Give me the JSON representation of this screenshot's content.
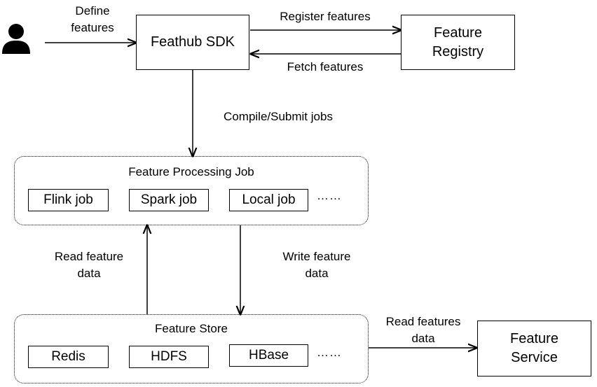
{
  "user": {
    "icon": "user-icon"
  },
  "sdk": {
    "label": "Feathub SDK"
  },
  "registry": {
    "label_line1": "Feature",
    "label_line2": "Registry"
  },
  "edges": {
    "define_line1": "Define",
    "define_line2": "features",
    "register": "Register features",
    "fetch": "Fetch features",
    "compile": "Compile/Submit jobs",
    "read_line1": "Read feature",
    "read_line2": "data",
    "write_line1": "Write feature",
    "write_line2": "data",
    "serve_line1": "Read features",
    "serve_line2": "data"
  },
  "processing": {
    "title": "Feature Processing Job",
    "jobs": [
      "Flink job",
      "Spark job",
      "Local job"
    ],
    "more": "……"
  },
  "store": {
    "title": "Feature Store",
    "backends": [
      "Redis",
      "HDFS",
      "HBase"
    ],
    "more": "……"
  },
  "service": {
    "label_line1": "Feature",
    "label_line2": "Service"
  }
}
